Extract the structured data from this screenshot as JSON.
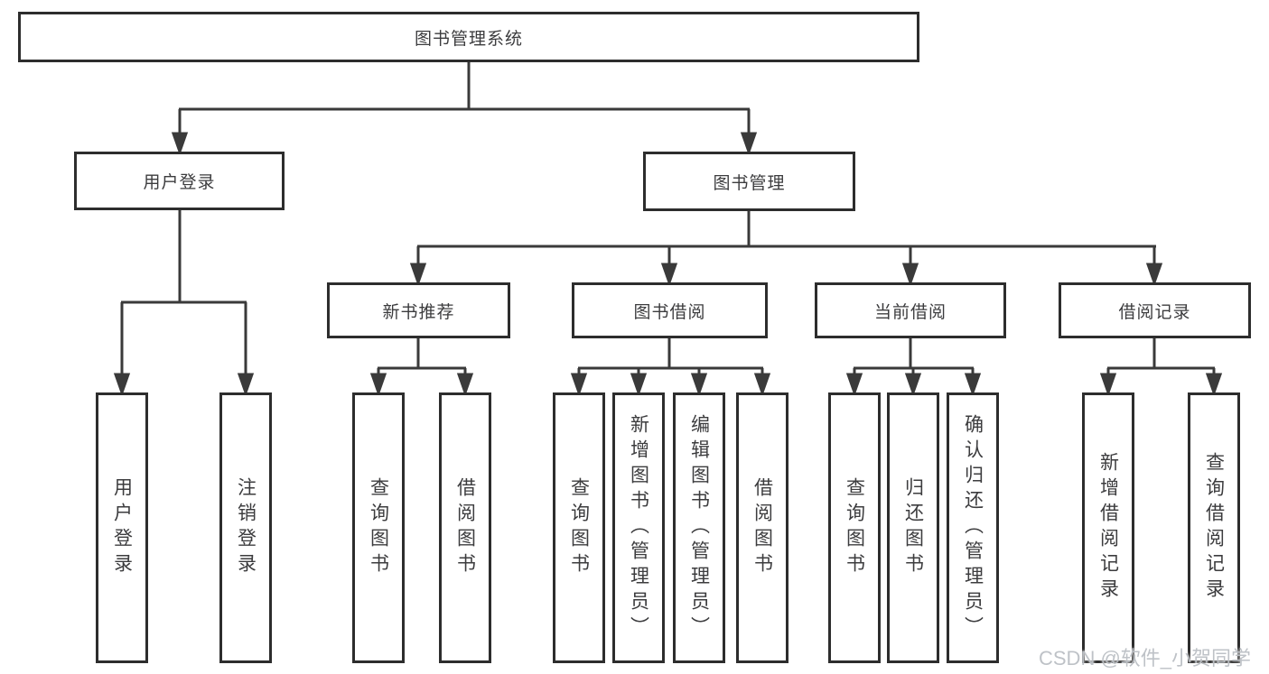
{
  "diagram": {
    "type": "org-tree",
    "root": {
      "label": "图书管理系统",
      "children": [
        {
          "label": "用户登录",
          "children": [
            {
              "label": "用户登录"
            },
            {
              "label": "注销登录"
            }
          ]
        },
        {
          "label": "图书管理",
          "children": [
            {
              "label": "新书推荐",
              "children": [
                {
                  "label": "查询图书"
                },
                {
                  "label": "借阅图书"
                }
              ]
            },
            {
              "label": "图书借阅",
              "children": [
                {
                  "label": "查询图书"
                },
                {
                  "label": "新增图书（管理员）"
                },
                {
                  "label": "编辑图书（管理员）"
                },
                {
                  "label": "借阅图书"
                }
              ]
            },
            {
              "label": "当前借阅",
              "children": [
                {
                  "label": "查询图书"
                },
                {
                  "label": "归还图书"
                },
                {
                  "label": "确认归还（管理员）"
                }
              ]
            },
            {
              "label": "借阅记录",
              "children": [
                {
                  "label": "新增借阅记录"
                },
                {
                  "label": "查询借阅记录"
                }
              ]
            }
          ]
        }
      ]
    }
  },
  "colors": {
    "line": "#3a3a3a",
    "box_border": "#2d2d2d",
    "text": "#3c3c3e",
    "background": "#ffffff",
    "watermark": "#bbbfc4"
  },
  "watermark": {
    "text": "CSDN @软件_小贺同学"
  }
}
